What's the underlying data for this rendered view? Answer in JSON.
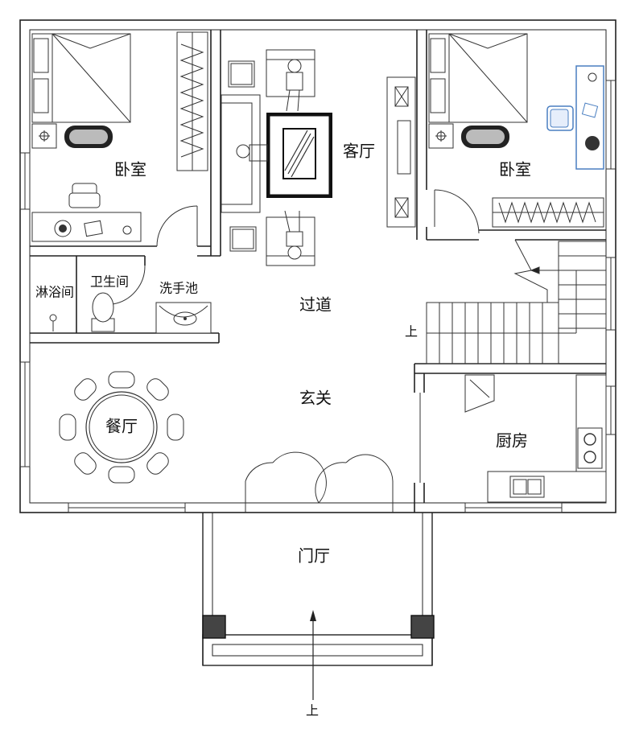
{
  "rooms": {
    "bedroom_left": "卧室",
    "bedroom_right": "卧室",
    "living_room": "客厅",
    "shower": "淋浴间",
    "toilet": "卫生间",
    "washbasin": "洗手池",
    "corridor": "过道",
    "entrance_hall": "玄关",
    "dining_room": "餐厅",
    "kitchen": "厨房",
    "porch": "门厅"
  },
  "markers": {
    "stairs_up": "上",
    "entry_up": "上"
  },
  "colors": {
    "wall": "#222222",
    "desk_accent": "#4a7fc1",
    "column": "#444444"
  }
}
